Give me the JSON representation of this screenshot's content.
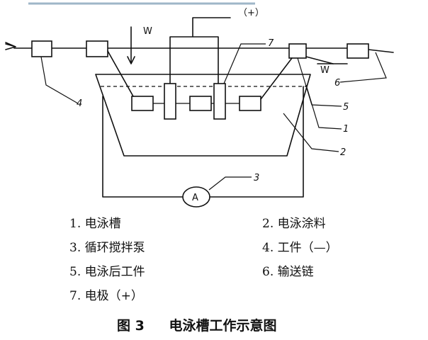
{
  "diagram": {
    "labels": {
      "plus": "（+）",
      "w_top": "W",
      "w_right": "W",
      "n7": "7",
      "n4": "4",
      "n6": "6",
      "n5": "5",
      "n1": "1",
      "n2": "2",
      "n3": "3",
      "gauge": "A"
    }
  },
  "legend": [
    {
      "num": "1.",
      "text": "电泳槽"
    },
    {
      "num": "2.",
      "text": "电泳涂料"
    },
    {
      "num": "3.",
      "text": "循环搅拌泵"
    },
    {
      "num": "4.",
      "text": "工件（—）"
    },
    {
      "num": "5.",
      "text": "电泳后工件"
    },
    {
      "num": "6.",
      "text": "输送链"
    },
    {
      "num": "7.",
      "text": "电极（+）"
    }
  ],
  "caption": {
    "figure": "图 3",
    "title": "电泳槽工作示意图"
  }
}
